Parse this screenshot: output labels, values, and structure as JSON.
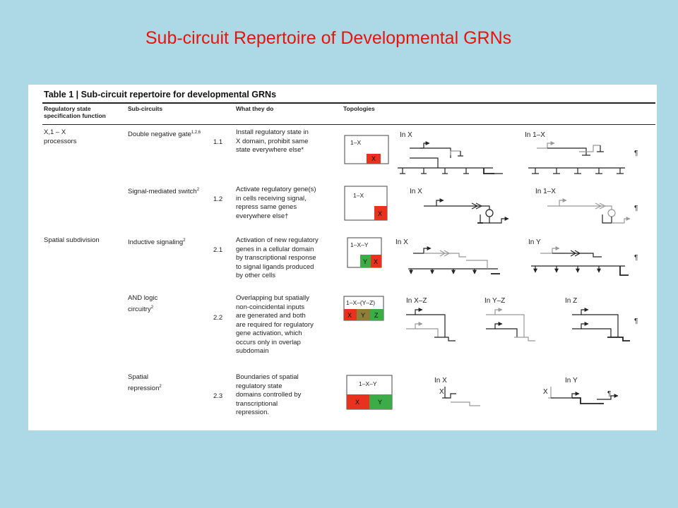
{
  "slide": {
    "title": "Sub-circuit Repertoire of Developmental GRNs"
  },
  "table": {
    "title": "Table 1 | Sub-circuit repertoire for developmental GRNs",
    "headers": {
      "function": "Regulatory state specification function",
      "subcircuits": "Sub-circuits",
      "what": "What they do",
      "topologies": "Topologies"
    },
    "groups": [
      {
        "label": "X,1 – X processors"
      },
      {
        "label": "Spatial subdivision"
      }
    ],
    "rows": [
      {
        "name": "Double negative gate",
        "refs": "1,2,6",
        "number": "1.1",
        "description": [
          "Install regulatory state in",
          "X domain, prohibit same",
          "state everywhere else*"
        ],
        "domain_box": {
          "label": "1–X",
          "cells": [
            "X"
          ]
        },
        "panel_labels": [
          "In X",
          "In 1–X"
        ]
      },
      {
        "name": "Signal-mediated switch",
        "refs": "2",
        "number": "1.2",
        "description": [
          "Activate regulatory gene(s)",
          "in cells receiving signal,",
          "repress same genes",
          "everywhere else†"
        ],
        "domain_box": {
          "label": "1–X",
          "cells": [
            "X"
          ]
        },
        "panel_labels": [
          "In X",
          "In 1–X"
        ]
      },
      {
        "name": "Inductive signaling",
        "refs": "2",
        "number": "2.1",
        "description": [
          "Activation of new regulatory",
          "genes in a cellular domain",
          "by transcriptional response",
          "to signal ligands produced",
          "by other cells"
        ],
        "domain_box": {
          "label": "1–X–Y",
          "cells": [
            "Y",
            "X"
          ]
        },
        "panel_labels": [
          "In X",
          "In Y"
        ]
      },
      {
        "name_lines": [
          "AND logic",
          "circuitry"
        ],
        "refs": "2",
        "number": "2.2",
        "description": [
          "Overlapping but spatially",
          "non-coincidental inputs",
          "are generated and both",
          "are required for regulatory",
          "gene activation, which",
          "occurs only in overlap",
          "subdomain"
        ],
        "domain_box": {
          "label": "1–X–(Y–Z)",
          "cells": [
            "X",
            "Y",
            "Z"
          ]
        },
        "panel_labels": [
          "In X–Z",
          "In Y–Z",
          "In Z"
        ]
      },
      {
        "name_lines": [
          "Spatial",
          "repression"
        ],
        "refs": "2",
        "number": "2.3",
        "description": [
          "Boundaries of spatial",
          "regulatory state",
          "domains controlled by",
          "transcriptional",
          "repression."
        ],
        "domain_box": {
          "label": "1–X–Y",
          "cells": [
            "X",
            "Y"
          ]
        },
        "panel_labels": [
          "In X",
          "In Y"
        ],
        "input_labels": [
          "X",
          "X"
        ]
      }
    ],
    "para_mark": "¶",
    "colors": {
      "red": "#e8321e",
      "green": "#3cac46",
      "olive": "#8f7d3a",
      "rule": "#222222",
      "title": "#e8140c",
      "background": "#add8e6"
    }
  }
}
